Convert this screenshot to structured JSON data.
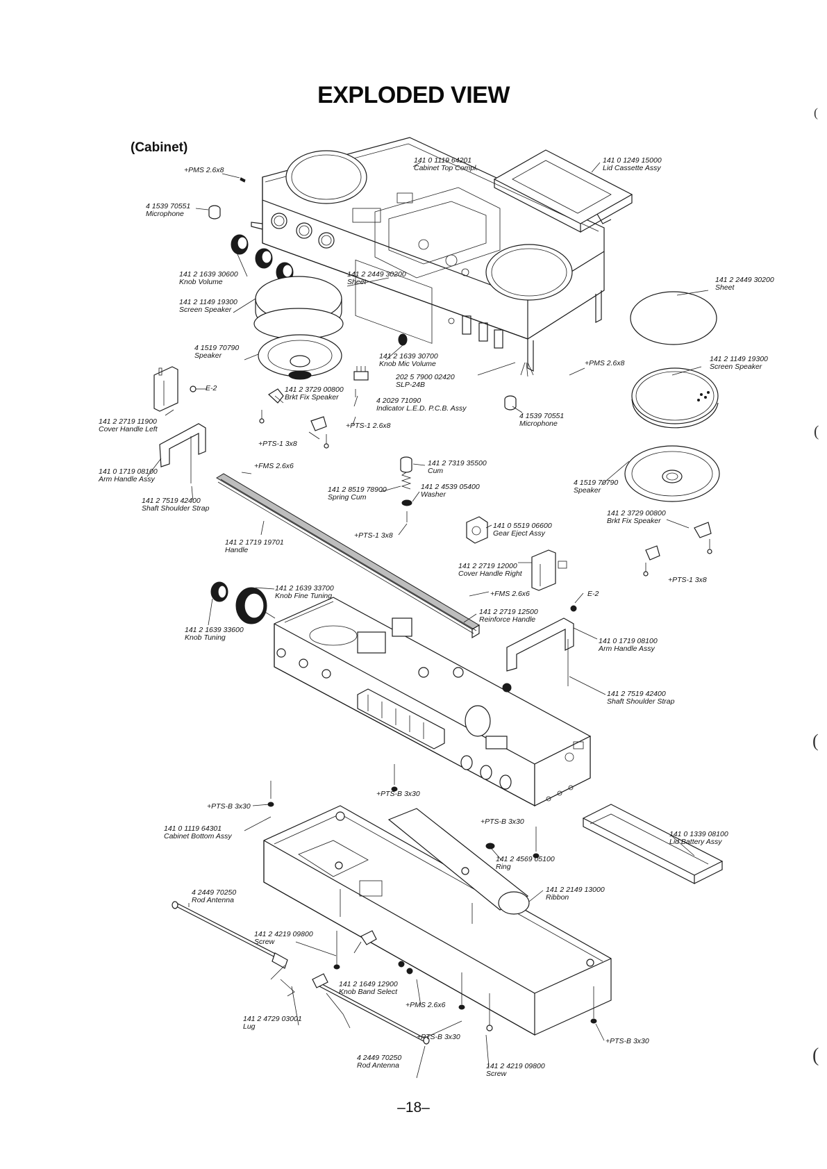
{
  "page": {
    "title": "EXPLODED VIEW",
    "section": "(Cabinet)",
    "page_number": "–18–"
  },
  "callouts": [
    {
      "id": "pms-2-6x8-top",
      "number": "+PMS  2.6x8",
      "name": ""
    },
    {
      "id": "microphone-left",
      "number": "4 1539 70551",
      "name": "Microphone"
    },
    {
      "id": "cabinet-top",
      "number": "141 0 1119 64201",
      "name": "Cabinet Top Compl."
    },
    {
      "id": "lid-cassette",
      "number": "141 0 1249 15000",
      "name": "Lid Cassette Assy"
    },
    {
      "id": "knob-volume",
      "number": "141 2 1639 30600",
      "name": "Knob Volume"
    },
    {
      "id": "sheet-left",
      "number": "141 2 2449 30200",
      "name": "Sheet"
    },
    {
      "id": "sheet-right",
      "number": "141 2 2449 30200",
      "name": "Sheet"
    },
    {
      "id": "screen-speaker-left",
      "number": "141 2 1149 19300",
      "name": "Screen Speaker"
    },
    {
      "id": "speaker-left",
      "number": "4 1519 70790",
      "name": "Speaker"
    },
    {
      "id": "knob-mic-volume",
      "number": "141 2 1639 30700",
      "name": "Knob Mic Volume"
    },
    {
      "id": "pms-2-6x8-right",
      "number": "+PMS 2.6x8",
      "name": ""
    },
    {
      "id": "screen-speaker-right",
      "number": "141 2 1149 19300",
      "name": "Screen Speaker"
    },
    {
      "id": "slp-24b",
      "number": "202 5 7900 02420",
      "name": "SLP-24B"
    },
    {
      "id": "e-2-left",
      "number": "E-2",
      "name": ""
    },
    {
      "id": "brkt-fix-speaker-left",
      "number": "141 2 3729 00800",
      "name": "Brkt Fix Speaker"
    },
    {
      "id": "indicator-led",
      "number": "4 2029 71090",
      "name": "Indicator L.E.D. P.C.B. Assy"
    },
    {
      "id": "microphone-right",
      "number": "4 1539 70551",
      "name": "Microphone"
    },
    {
      "id": "cover-handle-left",
      "number": "141 2 2719 11900",
      "name": "Cover Handle Left"
    },
    {
      "id": "pts-1-2-6x8",
      "number": "+PTS-1  2.6x8",
      "name": ""
    },
    {
      "id": "pts-1-3x8-left",
      "number": "+PTS-1  3x8",
      "name": ""
    },
    {
      "id": "cum",
      "number": "141 2 7319 35500",
      "name": "Cum"
    },
    {
      "id": "fms-2-6x6-left",
      "number": "+FMS  2.6x6",
      "name": ""
    },
    {
      "id": "arm-handle-left",
      "number": "141 0 1719 08100",
      "name": "Arm Handle Assy"
    },
    {
      "id": "spring-cum",
      "number": "141 2 8519 78900",
      "name": "Spring Cum"
    },
    {
      "id": "washer",
      "number": "141 2 4539 05400",
      "name": "Washer"
    },
    {
      "id": "speaker-right",
      "number": "4 1519 70790",
      "name": "Speaker"
    },
    {
      "id": "shaft-shoulder-left",
      "number": "141 2 7519 42400",
      "name": "Shaft Shoulder Strap"
    },
    {
      "id": "brkt-fix-speaker-right",
      "number": "141 2 3729 00800",
      "name": "Brkt Fix Speaker"
    },
    {
      "id": "gear-eject",
      "number": "141 0 5519 06600",
      "name": "Gear Eject Assy"
    },
    {
      "id": "pts-1-3x8-mid",
      "number": "+PTS-1  3x8",
      "name": ""
    },
    {
      "id": "handle",
      "number": "141 2 1719 19701",
      "name": "Handle"
    },
    {
      "id": "cover-handle-right",
      "number": "141 2 2719 12000",
      "name": "Cover Handle Right"
    },
    {
      "id": "pts-1-3x8-right",
      "number": "+PTS-1  3x8",
      "name": ""
    },
    {
      "id": "knob-fine-tuning",
      "number": "141 2 1639 33700",
      "name": "Knob Fine Tuning"
    },
    {
      "id": "fms-2-6x6-right",
      "number": "+FMS  2.6x6",
      "name": ""
    },
    {
      "id": "e-2-right",
      "number": "E-2",
      "name": ""
    },
    {
      "id": "reinforce-handle",
      "number": "141 2 2719 12500",
      "name": "Reinforce Handle"
    },
    {
      "id": "knob-tuning",
      "number": "141 2 1639 33600",
      "name": "Knob Tuning"
    },
    {
      "id": "arm-handle-right",
      "number": "141 0 1719 08100",
      "name": "Arm Handle Assy"
    },
    {
      "id": "shaft-shoulder-right",
      "number": "141 2 7519 42400",
      "name": "Shaft Shoulder Strap"
    },
    {
      "id": "pts-b-3x30-mid",
      "number": "+PTS-B  3x30",
      "name": ""
    },
    {
      "id": "pts-b-3x30-left",
      "number": "+PTS-B  3x30",
      "name": ""
    },
    {
      "id": "pts-b-3x30-center",
      "number": "+PTS-B 3x30",
      "name": ""
    },
    {
      "id": "cabinet-bottom",
      "number": "141 0 1119 64301",
      "name": "Cabinet Bottom Assy"
    },
    {
      "id": "lid-battery",
      "number": "141 0 1339 08100",
      "name": "Lid Battery Assy"
    },
    {
      "id": "ring",
      "number": "141 2 4569 05100",
      "name": "Ring"
    },
    {
      "id": "ribbon",
      "number": "141 2 2149 13000",
      "name": "Ribbon"
    },
    {
      "id": "rod-antenna-top",
      "number": "4 2449 70250",
      "name": "Rod Antenna"
    },
    {
      "id": "screw-left",
      "number": "141 2 4219 09800",
      "name": "Screw"
    },
    {
      "id": "knob-band-select",
      "number": "141 2 1649 12900",
      "name": "Knob Band Select"
    },
    {
      "id": "pms-2-6x6",
      "number": "+PMS 2.6x6",
      "name": ""
    },
    {
      "id": "lug",
      "number": "141 2 4729 03001",
      "name": "Lug"
    },
    {
      "id": "pts-b-3x30-bottom",
      "number": "+PTS-B 3x30",
      "name": ""
    },
    {
      "id": "pts-b-3x30-right",
      "number": "+PTS-B 3x30",
      "name": ""
    },
    {
      "id": "rod-antenna-bottom",
      "number": "4 2449 70250",
      "name": "Rod Antenna"
    },
    {
      "id": "screw-right",
      "number": "141 2 4219 09800",
      "name": "Screw"
    }
  ]
}
